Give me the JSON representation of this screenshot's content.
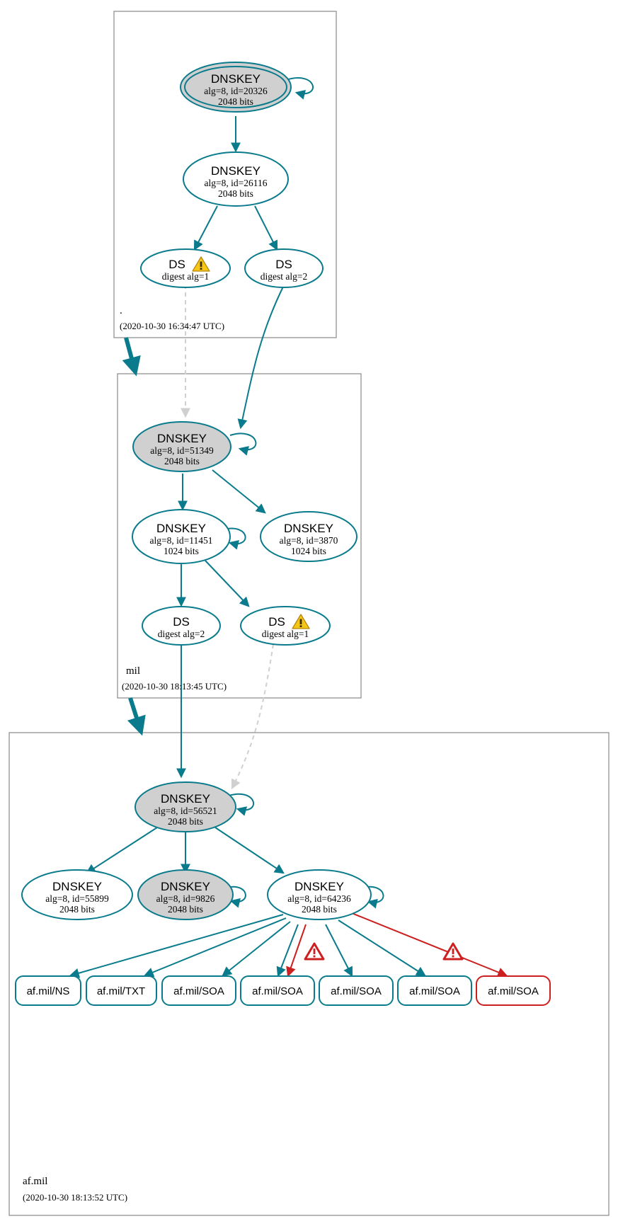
{
  "diagram": {
    "type": "dnssec-authentication-chain",
    "colors": {
      "edge_secure": "#0a7b8c",
      "edge_insecure": "#d0d0d0",
      "edge_error": "#cc1f1f",
      "node_border": "#0a7b8c",
      "node_fill_sep": "#d0d0d0",
      "node_fill_zsk": "#ffffff",
      "zone_border": "#888888",
      "warning": "#f5c518",
      "error": "#cc1f1f"
    },
    "zones": [
      {
        "id": "root",
        "label": ".",
        "timestamp": "(2020-10-30 16:34:47 UTC)",
        "nodes": [
          {
            "id": "root-ksk-20326",
            "kind": "DNSKEY",
            "title": "DNSKEY",
            "line2": "alg=8, id=20326",
            "line3": "2048 bits",
            "fill": "grey",
            "double_border": true,
            "self_sign": true
          },
          {
            "id": "root-zsk-26116",
            "kind": "DNSKEY",
            "title": "DNSKEY",
            "line2": "alg=8, id=26116",
            "line3": "2048 bits",
            "fill": "white",
            "double_border": false,
            "self_sign": false
          },
          {
            "id": "root-ds-alg1",
            "kind": "DS",
            "title": "DS",
            "line2": "digest alg=1",
            "line3": "",
            "fill": "white",
            "warning": true
          },
          {
            "id": "root-ds-alg2",
            "kind": "DS",
            "title": "DS",
            "line2": "digest alg=2",
            "line3": "",
            "fill": "white",
            "warning": false
          }
        ]
      },
      {
        "id": "mil",
        "label": "mil",
        "timestamp": "(2020-10-30 18:13:45 UTC)",
        "nodes": [
          {
            "id": "mil-ksk-51349",
            "kind": "DNSKEY",
            "title": "DNSKEY",
            "line2": "alg=8, id=51349",
            "line3": "2048 bits",
            "fill": "grey",
            "double_border": false,
            "self_sign": true
          },
          {
            "id": "mil-zsk-11451",
            "kind": "DNSKEY",
            "title": "DNSKEY",
            "line2": "alg=8, id=11451",
            "line3": "1024 bits",
            "fill": "white",
            "double_border": false,
            "self_sign": true
          },
          {
            "id": "mil-zsk-3870",
            "kind": "DNSKEY",
            "title": "DNSKEY",
            "line2": "alg=8, id=3870",
            "line3": "1024 bits",
            "fill": "white",
            "double_border": false,
            "self_sign": false
          },
          {
            "id": "mil-ds-alg2",
            "kind": "DS",
            "title": "DS",
            "line2": "digest alg=2",
            "line3": "",
            "fill": "white",
            "warning": false
          },
          {
            "id": "mil-ds-alg1",
            "kind": "DS",
            "title": "DS",
            "line2": "digest alg=1",
            "line3": "",
            "fill": "white",
            "warning": true
          }
        ]
      },
      {
        "id": "afmil",
        "label": "af.mil",
        "timestamp": "(2020-10-30 18:13:52 UTC)",
        "nodes": [
          {
            "id": "afmil-ksk-56521",
            "kind": "DNSKEY",
            "title": "DNSKEY",
            "line2": "alg=8, id=56521",
            "line3": "2048 bits",
            "fill": "grey",
            "double_border": false,
            "self_sign": true
          },
          {
            "id": "afmil-key-55899",
            "kind": "DNSKEY",
            "title": "DNSKEY",
            "line2": "alg=8, id=55899",
            "line3": "2048 bits",
            "fill": "white",
            "double_border": false,
            "self_sign": false
          },
          {
            "id": "afmil-key-9826",
            "kind": "DNSKEY",
            "title": "DNSKEY",
            "line2": "alg=8, id=9826",
            "line3": "2048 bits",
            "fill": "grey",
            "double_border": false,
            "self_sign": true
          },
          {
            "id": "afmil-key-64236",
            "kind": "DNSKEY",
            "title": "DNSKEY",
            "line2": "alg=8, id=64236",
            "line3": "2048 bits",
            "fill": "white",
            "double_border": false,
            "self_sign": true
          }
        ],
        "rrsets": [
          {
            "id": "rr-ns",
            "label": "af.mil/NS",
            "status": "secure"
          },
          {
            "id": "rr-txt",
            "label": "af.mil/TXT",
            "status": "secure"
          },
          {
            "id": "rr-soa-1",
            "label": "af.mil/SOA",
            "status": "secure"
          },
          {
            "id": "rr-soa-2",
            "label": "af.mil/SOA",
            "status": "warning"
          },
          {
            "id": "rr-soa-3",
            "label": "af.mil/SOA",
            "status": "secure"
          },
          {
            "id": "rr-soa-4",
            "label": "af.mil/SOA",
            "status": "secure"
          },
          {
            "id": "rr-soa-5",
            "label": "af.mil/SOA",
            "status": "error"
          }
        ]
      }
    ],
    "markers": [
      {
        "id": "warn-root-ds-alg1",
        "type": "warning-icon"
      },
      {
        "id": "warn-mil-ds-alg1",
        "type": "warning-icon"
      },
      {
        "id": "err-soa-2",
        "type": "error-icon"
      },
      {
        "id": "err-soa-5",
        "type": "error-icon"
      }
    ]
  }
}
